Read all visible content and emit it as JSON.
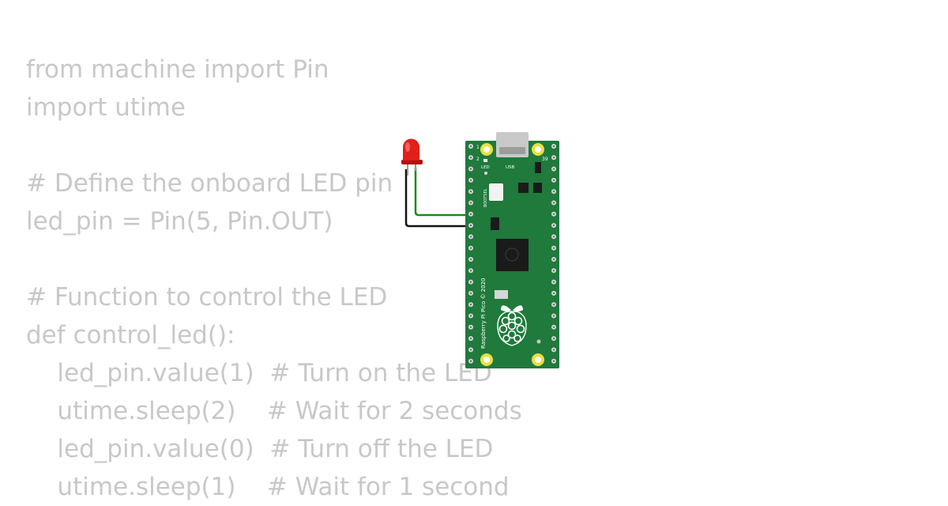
{
  "code_lines": [
    "from machine import Pin",
    "import utime",
    "",
    "# Define the onboard LED pin",
    "led_pin = Pin(5, Pin.OUT)",
    "",
    "# Function to control the LED",
    "def control_led():",
    "    led_pin.value(1)  # Turn on the LED",
    "    utime.sleep(2)    # Wait for 2 seconds",
    "    led_pin.value(0)  # Turn off the LED",
    "    utime.sleep(1)    # Wait for 1 second"
  ],
  "board": {
    "led_label": "LED",
    "usb_label": "USB",
    "bootsel_label": "BOOTSEL",
    "pin1_label": "1",
    "pin2_label": "2",
    "pin39_label": "39",
    "brand_label": "Raspberry Pi Pico © 2020",
    "color": "#1f7a3c"
  },
  "wires": {
    "anode_color": "#1a8a1a",
    "cathode_color": "#111111"
  },
  "led": {
    "color": "#e0201b"
  }
}
